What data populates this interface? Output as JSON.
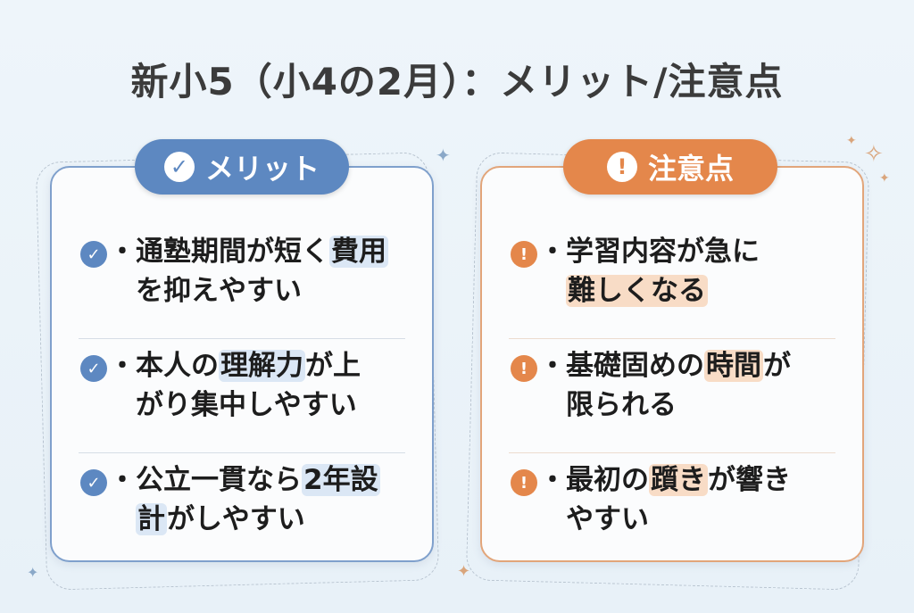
{
  "title": "新小5（小4の2月）：メリット/注意点",
  "merit": {
    "label": "メリット",
    "icon": "check-circle",
    "color": "#5d88c1",
    "items": [
      {
        "lines": [
          [
            {
              "t": "通塾期間が短く"
            },
            {
              "t": "費用",
              "hl": true
            }
          ],
          [
            {
              "t": "を抑えやすい"
            }
          ]
        ]
      },
      {
        "lines": [
          [
            {
              "t": "本人の"
            },
            {
              "t": "理解力",
              "hl": true
            },
            {
              "t": "が上"
            }
          ],
          [
            {
              "t": "がり集中しやすい"
            }
          ]
        ]
      },
      {
        "lines": [
          [
            {
              "t": "公立一貫なら"
            },
            {
              "t": "2年設",
              "hl": true
            }
          ],
          [
            {
              "t": "計",
              "hl": true
            },
            {
              "t": "がしやすい"
            }
          ]
        ]
      }
    ]
  },
  "caution": {
    "label": "注意点",
    "icon": "exclamation-circle",
    "color": "#e4874b",
    "items": [
      {
        "lines": [
          [
            {
              "t": "学習内容が急に"
            }
          ],
          [
            {
              "t": "難しくなる",
              "hl": true
            }
          ]
        ]
      },
      {
        "lines": [
          [
            {
              "t": "基礎固めの"
            },
            {
              "t": "時間",
              "hl": true
            },
            {
              "t": "が"
            }
          ],
          [
            {
              "t": "限られる"
            }
          ]
        ]
      },
      {
        "lines": [
          [
            {
              "t": "最初の"
            },
            {
              "t": "躓き",
              "hl": true
            },
            {
              "t": "が響き"
            }
          ],
          [
            {
              "t": "やすい"
            }
          ]
        ]
      }
    ]
  },
  "bullet": "・"
}
